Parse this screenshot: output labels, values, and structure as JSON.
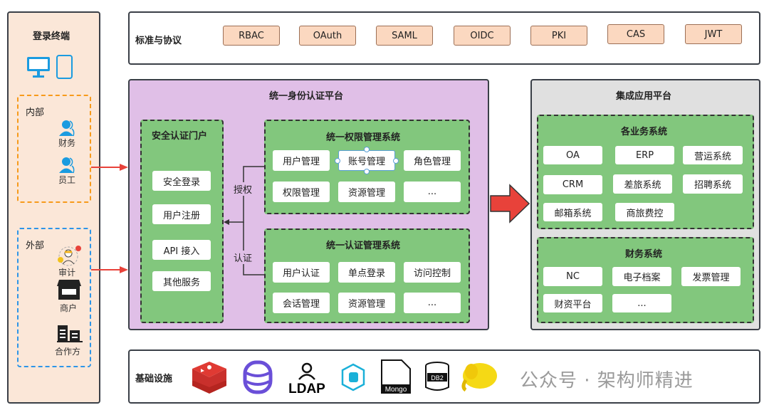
{
  "terminal": {
    "title": "登录终端",
    "internal": {
      "label": "内部",
      "users": [
        "财务",
        "员工"
      ]
    },
    "external": {
      "label": "外部",
      "users": [
        "审计",
        "商户",
        "合作方"
      ]
    }
  },
  "standards": {
    "title": "标准与协议",
    "items": [
      "RBAC",
      "OAuth",
      "SAML",
      "OIDC",
      "PKI",
      "CAS",
      "JWT"
    ]
  },
  "auth_platform": {
    "title": "统一身份认证平台",
    "portal": {
      "title": "安全认证门户",
      "items": [
        "安全登录",
        "用户注册",
        "API 接入",
        "其他服务"
      ]
    },
    "permission": {
      "title": "统一权限管理系统",
      "items": [
        "用户管理",
        "账号管理",
        "角色管理",
        "权限管理",
        "资源管理",
        "..."
      ]
    },
    "authn": {
      "title": "统一认证管理系统",
      "items": [
        "用户认证",
        "单点登录",
        "访问控制",
        "会话管理",
        "资源管理",
        "..."
      ]
    },
    "arrow_labels": [
      "授权",
      "认证"
    ]
  },
  "integration": {
    "title": "集成应用平台",
    "business": {
      "title": "各业务系统",
      "items": [
        "OA",
        "ERP",
        "营运系统",
        "CRM",
        "差旅系统",
        "招聘系统",
        "邮箱系统",
        "商旅费控"
      ]
    },
    "finance": {
      "title": "财务系统",
      "items": [
        "NC",
        "电子档案",
        "发票管理",
        "财资平台",
        "..."
      ]
    }
  },
  "infra": {
    "title": "基础设施",
    "icons": [
      "redis-icon",
      "database-icon",
      "ldap-icon",
      "service-icon",
      "mongo-icon",
      "db2-icon",
      "hadoop-icon"
    ],
    "ldap_text": "LDAP",
    "mongo_text": "Mongo",
    "db2_text": "DB2"
  },
  "watermark": "公众号 · 架构师精进",
  "colors": {
    "terminal_bg": "#fbe7d8",
    "auth_bg": "#e0bfe7",
    "integration_bg": "#e0e0e0",
    "green": "#82c77d",
    "arrow": "#e8423a"
  }
}
